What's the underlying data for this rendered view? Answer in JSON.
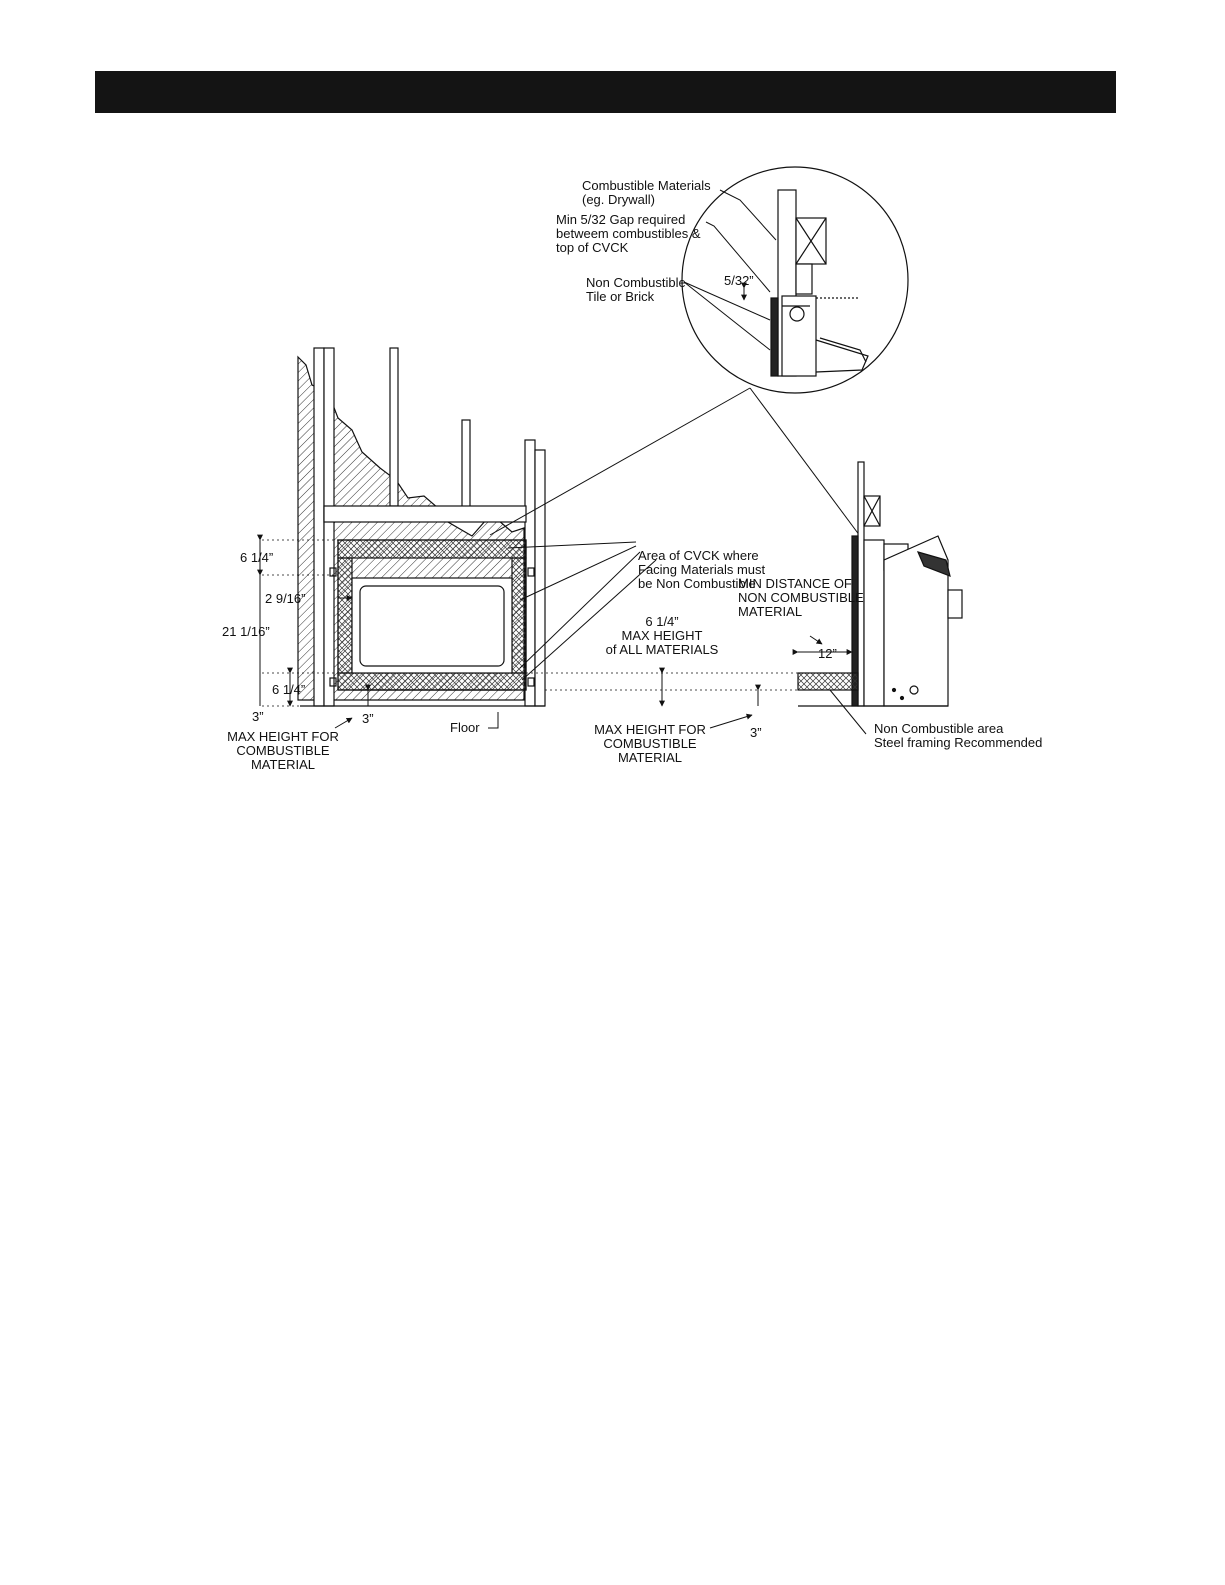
{
  "header": {
    "title": ""
  },
  "colors": {
    "header_bar": "#141414",
    "line": "#111111",
    "hatch": "#333333"
  },
  "callouts": {
    "combustible_materials": [
      "Combustible Materials",
      "(eg. Drywall)"
    ],
    "min_gap": [
      "Min 5/32 Gap required",
      "betweem combustibles &",
      "top of CVCK"
    ],
    "non_combustible_tile": [
      "Non Combustible",
      "Tile or Brick"
    ],
    "gap_dim": "5/32”",
    "area_cvck": [
      "Area of CVCK where",
      "Facing Materials must",
      "be Non Combustible"
    ],
    "min_distance": [
      "MIN DISTANCE OF",
      "NON COMBUSTIBLE",
      "MATERIAL"
    ],
    "max_height_all": [
      "6 1/4”",
      "MAX HEIGHT",
      "of ALL MATERIALS"
    ],
    "non_combustible_area": [
      "Non Combustible area",
      "Steel framing Recommended"
    ],
    "max_height_combustible_left": [
      "MAX HEIGHT FOR",
      "COMBUSTIBLE",
      "MATERIAL"
    ],
    "max_height_combustible_right": [
      "MAX HEIGHT FOR",
      "COMBUSTIBLE",
      "MATERIAL"
    ],
    "floor": "Floor"
  },
  "dimensions": {
    "top_6_1_4": "6 1/4”",
    "side_2_9_16": "2 9/16”",
    "overall_21_1_16": "21 1/16”",
    "bottom_6_1_4": "6 1/4”",
    "left_3": "3”",
    "center_3": "3”",
    "right_3": "3”",
    "dist_12": "12”"
  }
}
